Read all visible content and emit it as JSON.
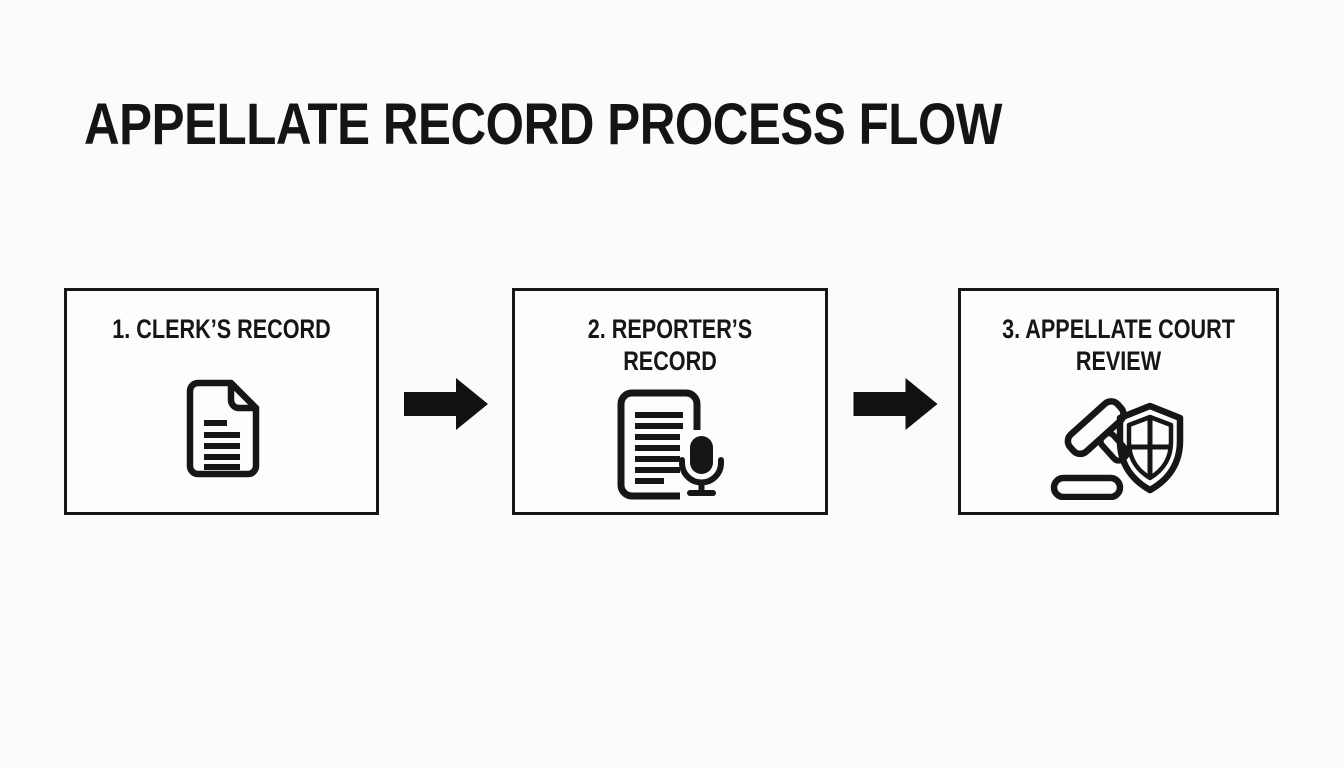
{
  "title": "APPELLATE RECORD PROCESS FLOW",
  "colors": {
    "ink": "#161616",
    "background": "#fbfbfc",
    "box_fill": "#fdfdfe",
    "box_border": "#161616",
    "arrow": "#111111"
  },
  "flow": {
    "steps": [
      {
        "label_lines": [
          "1. CLERK’S RECORD"
        ],
        "icon": "document-icon"
      },
      {
        "label_lines": [
          "2. REPORTER’S RECORD"
        ],
        "icon": "document-microphone-icon"
      },
      {
        "label_lines": [
          "3. APPELLATE COURT",
          "REVIEW"
        ],
        "icon": "gavel-shield-icon"
      }
    ],
    "connectors": [
      {
        "icon": "arrow-right-icon"
      },
      {
        "icon": "arrow-right-icon"
      }
    ]
  }
}
